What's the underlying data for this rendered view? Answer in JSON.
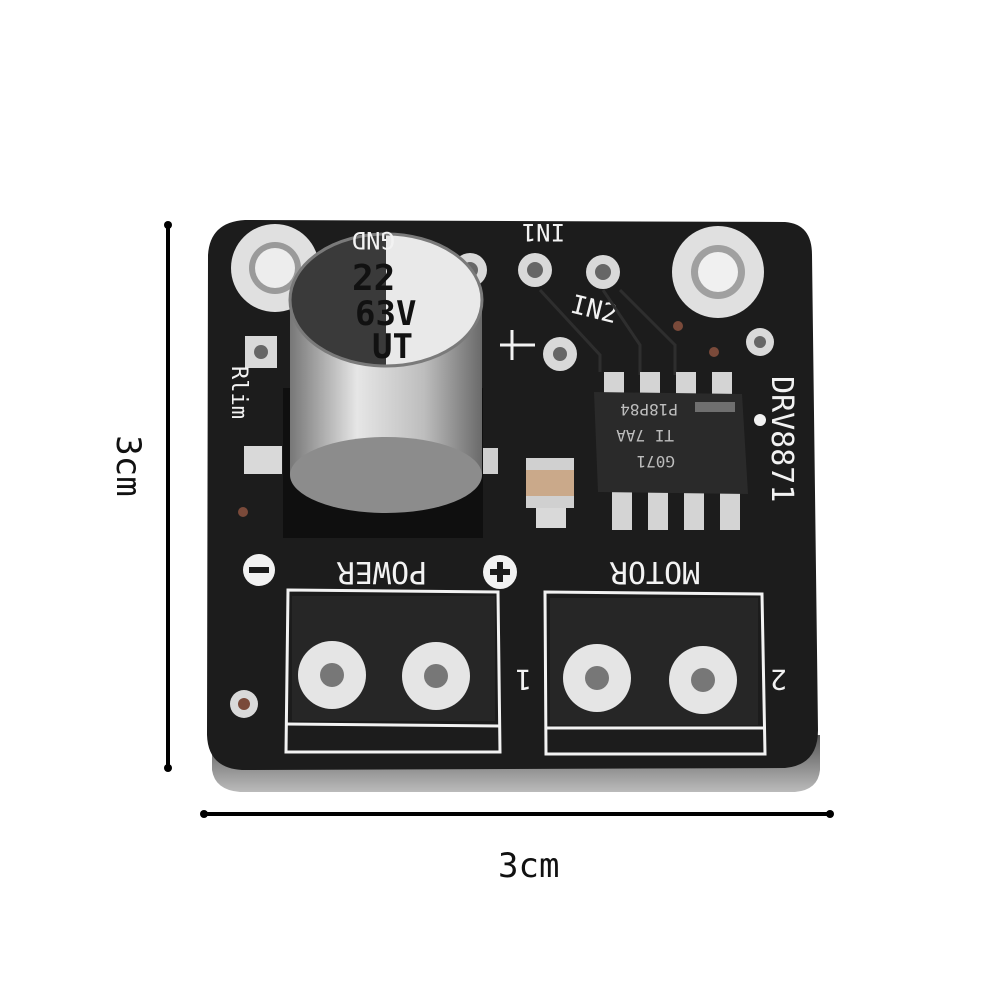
{
  "dimensions": {
    "width_label": "3cm",
    "height_label": "3cm"
  },
  "capacitor": {
    "line1": "22",
    "line2": "63V",
    "line3": "UT"
  },
  "pins": {
    "gnd": "GND",
    "in1": "IN1",
    "in2": "IN2"
  },
  "labels": {
    "rlim": "Rlim",
    "chip_name": "DRV8871",
    "power": "POWER",
    "motor": "MOTOR",
    "terminal_1": "1",
    "terminal_2": "2",
    "power_minus": "−",
    "power_plus": "+"
  },
  "chip_marking": {
    "line1": "G071",
    "line2": "TI 7AA",
    "line3": "P18P84"
  },
  "colors": {
    "pcb": "#1c1c1c",
    "silkscreen": "#f2f2f2",
    "pad": "#d9d9d9",
    "background": "#ffffff"
  }
}
